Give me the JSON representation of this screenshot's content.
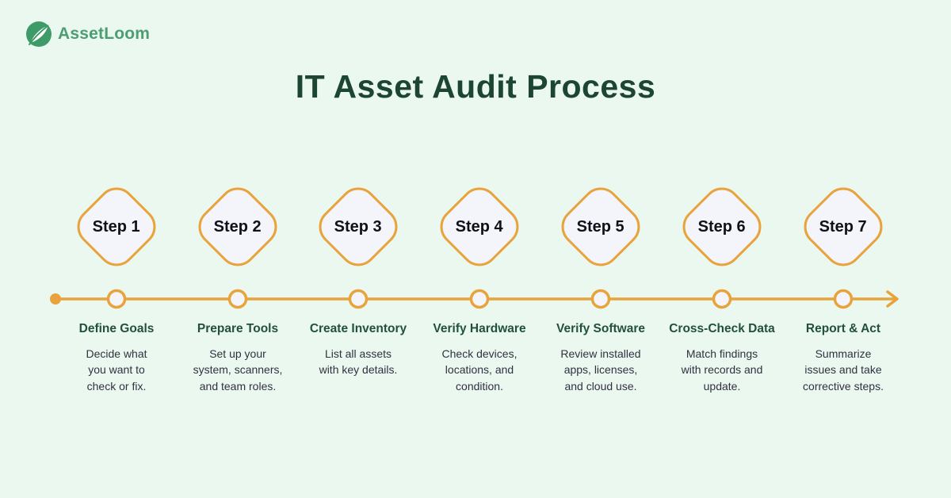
{
  "brand": {
    "name": "AssetLoom"
  },
  "title": "IT Asset Audit Process",
  "colors": {
    "background": "#EAF8F0",
    "accent_orange": "#E8A33C",
    "title_green": "#1C4631",
    "heading_green": "#22513A",
    "body_text": "#31313F",
    "logo_green": "#4C9D72",
    "logo_circle_green": "#3E9B68",
    "diamond_fill": "#F4F5FA",
    "step_label_black": "#10101A"
  },
  "steps": [
    {
      "label": "Step 1",
      "title": "Define Goals",
      "description": "Decide what\nyou want to\ncheck or fix."
    },
    {
      "label": "Step 2",
      "title": "Prepare Tools",
      "description": "Set up your\nsystem, scanners,\nand team roles."
    },
    {
      "label": "Step 3",
      "title": "Create Inventory",
      "description": "List all assets\nwith key details."
    },
    {
      "label": "Step 4",
      "title": "Verify Hardware",
      "description": "Check devices,\nlocations, and\ncondition."
    },
    {
      "label": "Step 5",
      "title": "Verify Software",
      "description": "Review installed\napps, licenses,\nand cloud use."
    },
    {
      "label": "Step 6",
      "title": "Cross-Check Data",
      "description": "Match findings\nwith records and\nupdate."
    },
    {
      "label": "Step 7",
      "title": "Report & Act",
      "description": "Summarize\nissues and take\ncorrective steps."
    }
  ]
}
